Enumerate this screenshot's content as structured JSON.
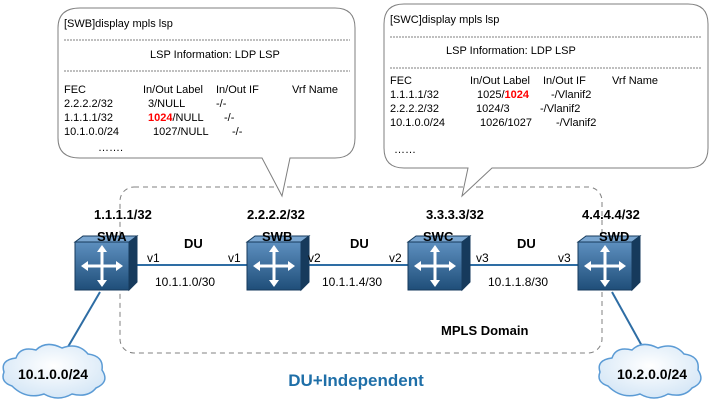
{
  "callouts": {
    "swb": {
      "command": "[SWB]display mpls lsp",
      "title": "LSP Information: LDP LSP",
      "headers": {
        "fec": "FEC",
        "label": "In/Out Label",
        "if": "In/Out IF",
        "vrf": "Vrf Name"
      },
      "rows": [
        {
          "fec": "2.2.2.2/32",
          "label_pre": "3/NULL",
          "label_red": "",
          "label_post": "",
          "if": "-/-"
        },
        {
          "fec": "1.1.1.1/32",
          "label_pre": "",
          "label_red": "1024",
          "label_post": "/NULL",
          "if": "-/-"
        },
        {
          "fec": "10.1.0.0/24",
          "label_pre": "1027/NULL",
          "label_red": "",
          "label_post": "",
          "if": "-/-"
        }
      ],
      "ellipsis": "……."
    },
    "swc": {
      "command": "[SWC]display mpls lsp",
      "title": "LSP Information: LDP LSP",
      "headers": {
        "fec": "FEC",
        "label": "In/Out Label",
        "if": "In/Out IF",
        "vrf": "Vrf Name"
      },
      "rows": [
        {
          "fec": "1.1.1.1/32",
          "label_pre": "1025/",
          "label_red": "1024",
          "label_post": "",
          "if": "-/Vlanif2"
        },
        {
          "fec": "2.2.2.2/32",
          "label_pre": "1024/3",
          "label_red": "",
          "label_post": "",
          "if": "-/Vlanif2"
        },
        {
          "fec": "10.1.0.0/24",
          "label_pre": "1026/1027",
          "label_red": "",
          "label_post": "",
          "if": "-/Vlanif2"
        }
      ],
      "ellipsis": "……"
    }
  },
  "routers": {
    "swa": {
      "ip": "1.1.1.1/32",
      "name": "SWA"
    },
    "swb": {
      "ip": "2.2.2.2/32",
      "name": "SWB"
    },
    "swc": {
      "ip": "3.3.3.3/32",
      "name": "SWC"
    },
    "swd": {
      "ip": "4.4.4.4/32",
      "name": "SWD"
    }
  },
  "links": {
    "ab": {
      "mode": "DU",
      "left_if": "v1",
      "right_if": "v1",
      "subnet": "10.1.1.0/30"
    },
    "bc": {
      "mode": "DU",
      "left_if": "v2",
      "right_if": "v2",
      "subnet": "10.1.1.4/30"
    },
    "cd": {
      "mode": "DU",
      "left_if": "v3",
      "right_if": "v3",
      "subnet": "10.1.1.8/30"
    }
  },
  "domain_label": "MPLS Domain",
  "networks": {
    "left": "10.1.0.0/24",
    "right": "10.2.0.0/24"
  },
  "caption": "DU+Independent",
  "colors": {
    "router_dark": "#1f4e79",
    "router_light": "#4a7fb0",
    "caption": "#1f6fa8",
    "highlight": "#ff0000",
    "cloud_fill": "#eaf3fb",
    "cloud_stroke": "#5b9bd5",
    "link": "#2e6da4"
  }
}
